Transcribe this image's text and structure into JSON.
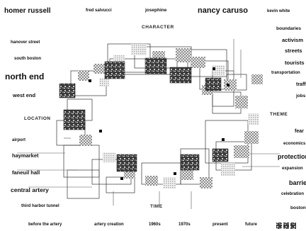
{
  "axes": {
    "character": "CHARACTER",
    "location": "LOCATION",
    "theme": "THEME",
    "time": "TIME"
  },
  "character_labels": [
    {
      "text": "homer russell"
    },
    {
      "text": "fred salvucci"
    },
    {
      "text": "josephine"
    },
    {
      "text": "nancy caruso"
    },
    {
      "text": "kevin white"
    }
  ],
  "location_labels": [
    {
      "text": "hanover street"
    },
    {
      "text": "south boston"
    },
    {
      "text": "north end"
    },
    {
      "text": "west end"
    },
    {
      "text": "airport"
    },
    {
      "text": "haymarket"
    },
    {
      "text": "faneuil hall"
    },
    {
      "text": "central artery"
    },
    {
      "text": "third harbor tunnel"
    }
  ],
  "theme_labels": [
    {
      "text": "boundaries"
    },
    {
      "text": "activism"
    },
    {
      "text": "streets"
    },
    {
      "text": "tourists"
    },
    {
      "text": "transportation"
    },
    {
      "text": "traffic"
    },
    {
      "text": "jobs"
    },
    {
      "text": "fear"
    },
    {
      "text": "economics"
    },
    {
      "text": "protection"
    },
    {
      "text": "expansion"
    },
    {
      "text": "barrier"
    },
    {
      "text": "celebration"
    },
    {
      "text": "boston"
    }
  ],
  "time_labels": [
    {
      "text": "before the artery"
    },
    {
      "text": "artery creation"
    },
    {
      "text": "1960s"
    },
    {
      "text": "1970s"
    },
    {
      "text": "present"
    },
    {
      "text": "future"
    }
  ],
  "colors": {
    "ink": "#111111",
    "frame_line": "#333333",
    "gray_tile": "#8a8a8a",
    "photo_dark": "#2a2a2a"
  }
}
